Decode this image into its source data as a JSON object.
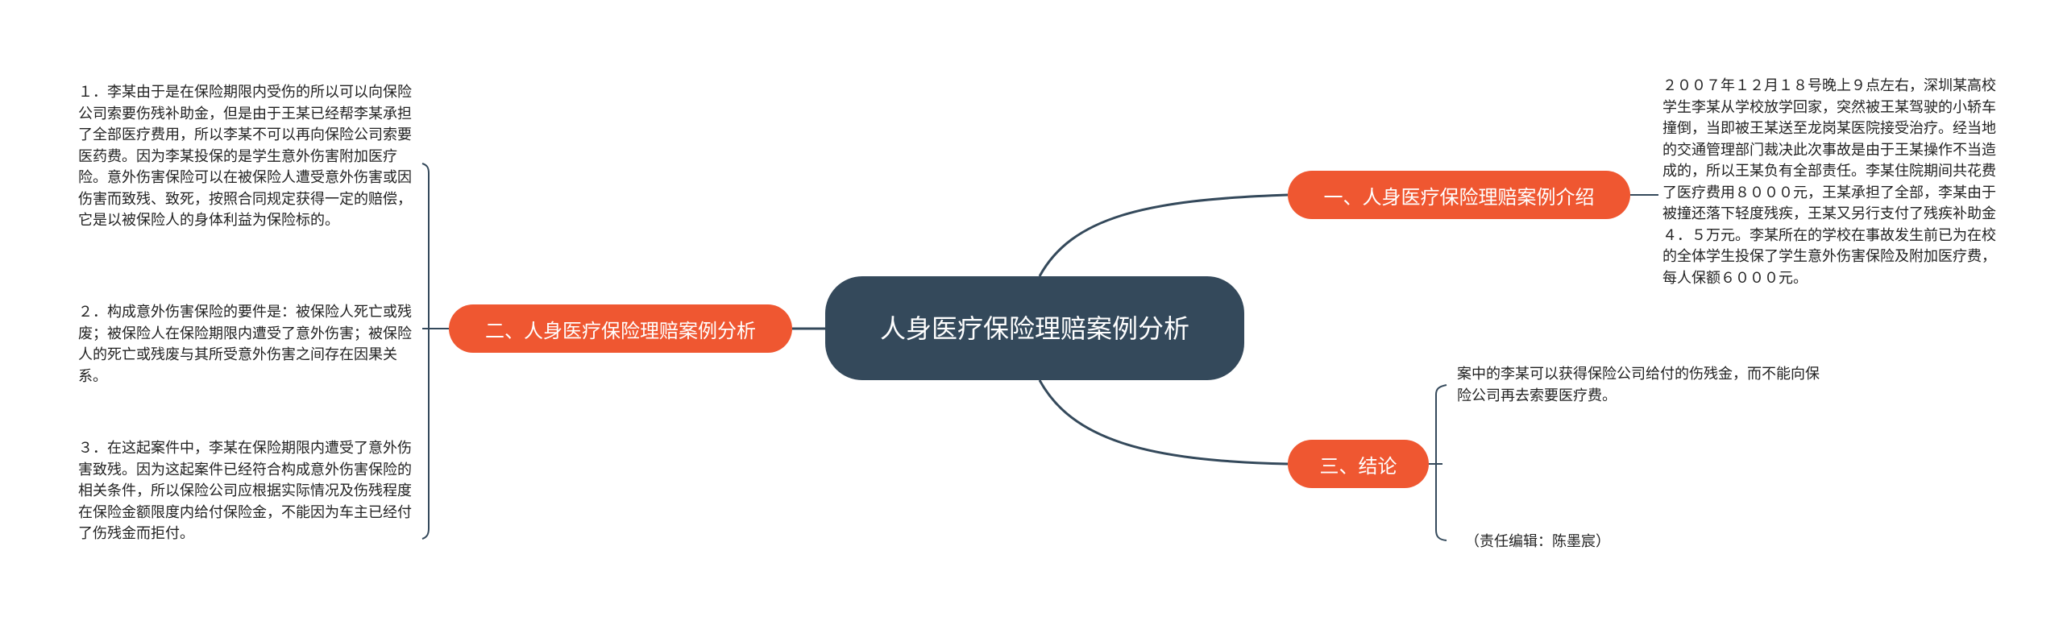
{
  "root": {
    "title": "人身医疗保险理赔案例分析"
  },
  "branches": {
    "intro": {
      "label": "一、人身医疗保险理赔案例介绍",
      "color": "#ef5731"
    },
    "analysis": {
      "label": "二、人身医疗保险理赔案例分析",
      "color": "#ef5731"
    },
    "conclusion": {
      "label": "三、结论",
      "color": "#ef5731"
    }
  },
  "leaves": {
    "intro": "２００７年１２月１８号晚上９点左右，深圳某高校学生李某从学校放学回家，突然被王某驾驶的小轿车撞倒，当即被王某送至龙岗某医院接受治疗。经当地的交通管理部门裁决此次事故是由于王某操作不当造成的，所以王某负有全部责任。李某住院期间共花费了医疗费用８０００元，王某承担了全部，李某由于被撞还落下轻度残疾，王某又另行支付了残疾补助金４．５万元。李某所在的学校在事故发生前已为在校的全体学生投保了学生意外伤害保险及附加医疗费，每人保额６０００元。",
    "analysis_1": "１．李某由于是在保险期限内受伤的所以可以向保险公司索要伤残补助金，但是由于王某已经帮李某承担了全部医疗费用，所以李某不可以再向保险公司索要医药费。因为李某投保的是学生意外伤害附加医疗险。意外伤害保险可以在被保险人遭受意外伤害或因伤害而致残、致死，按照合同规定获得一定的赔偿，它是以被保险人的身体利益为保险标的。",
    "analysis_2": "２．构成意外伤害保险的要件是：被保险人死亡或残废；被保险人在保险期限内遭受了意外伤害；被保险人的死亡或残废与其所受意外伤害之间存在因果关系。",
    "analysis_3": "３．在这起案件中，李某在保险期限内遭受了意外伤害致残。因为这起案件已经符合构成意外伤害保险的相关条件，所以保险公司应根据实际情况及伤残程度在保险金额限度内给付保险金，不能因为车主已经付了伤残金而拒付。",
    "conclusion_1": "案中的李某可以获得保险公司给付的伤残金，而不能向保险公司再去索要医疗费。",
    "conclusion_2": "（责任编辑：陈墨宸）"
  },
  "colors": {
    "root_bg": "#34495b",
    "branch_bg": "#ef5731",
    "line": "#34495b"
  }
}
